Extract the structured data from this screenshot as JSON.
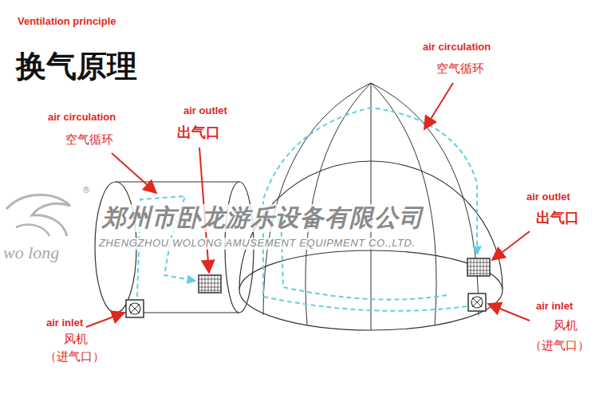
{
  "diagram": {
    "title": "换气原理",
    "labels": [
      "Ventilation principle",
      "air circulation",
      "空气循环",
      "air outlet",
      "出气口",
      "air circulation",
      "空气循环",
      "air outlet",
      "出气口",
      "air inlet",
      "风机",
      "（进气口）",
      "air inlet",
      "风机",
      "（进气口）",
      "郑州市卧龙游乐设备有限公司",
      "ZHENGZHOU WOLONG AMUSEMENT EQUIPMENT CO.,LTD.",
      "wo long",
      "®"
    ]
  }
}
